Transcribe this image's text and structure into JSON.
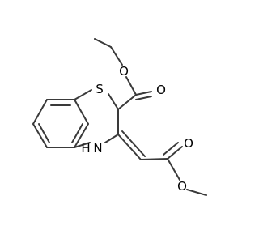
{
  "molecule": {
    "atom_labels": {
      "sulfur": "S",
      "nitrogen_h": "H",
      "nitrogen": "N",
      "ester_carbonyl_o_top": "O",
      "ester_ether_o_top": "O",
      "ester_carbonyl_o_right": "O",
      "ester_ether_o_bottom": "O"
    },
    "colors": {
      "bond": "#3a3a3a",
      "sulfur": "#c9b200",
      "nitrogen": "#2020ff",
      "oxygen": "#ff1a1a"
    }
  }
}
